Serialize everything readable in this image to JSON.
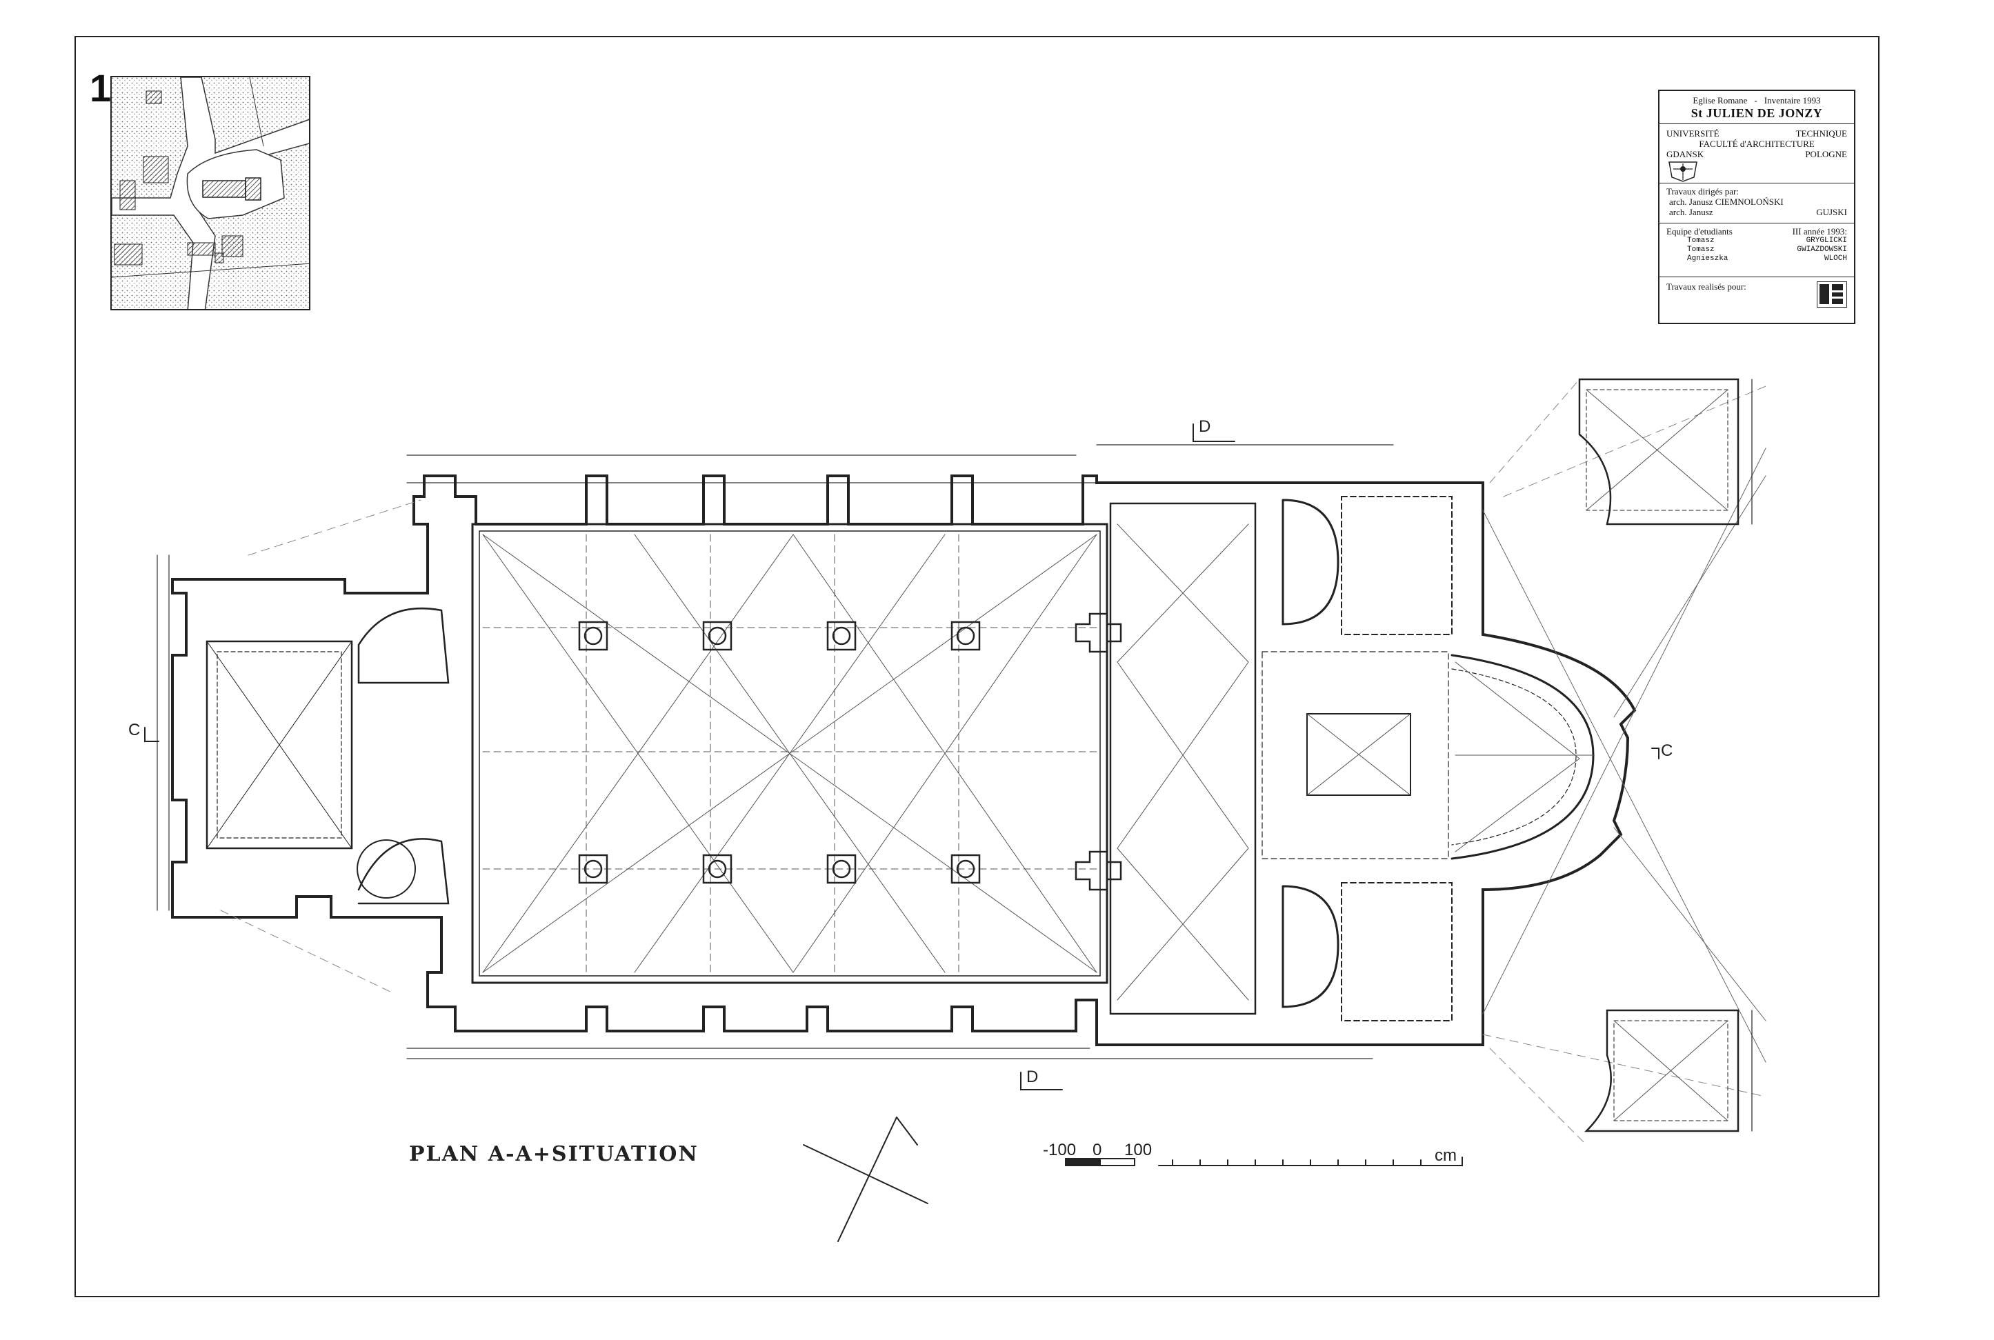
{
  "sheet": {
    "number": "1"
  },
  "title_block": {
    "line1_left": "Eglise Romane",
    "line1_sep": "-",
    "line1_right": "Inventaire 1993",
    "title": "St JULIEN DE JONZY",
    "univ_left_1": "UNIVERSITÉ",
    "univ_right_1": "TECHNIQUE",
    "univ_2": "FACULTÉ d'ARCHITECTURE",
    "univ_left_3": "GDANSK",
    "univ_right_3": "POLOGNE",
    "directed_label": "Travaux dirigés par:",
    "director_1": "arch. Janusz CIEMNOLOŃSKI",
    "director_2_left": "arch. Janusz",
    "director_2_right": "GUJSKI",
    "team_label_left": "Equipe d'etudiants",
    "team_label_right": "III année 1993:",
    "students": [
      {
        "first": "Tomasz",
        "last": "GRYGLICKI"
      },
      {
        "first": "Tomasz",
        "last": "GWIAZDOWSKI"
      },
      {
        "first": "Agnieszka",
        "last": "WLOCH"
      }
    ],
    "for_label": "Travaux realisés pour:"
  },
  "plan": {
    "title": "PLAN A-A+SITUATION",
    "scale_left": "-100",
    "scale_zero": "0",
    "scale_right": "100",
    "scale_unit": "cm",
    "section_d": "D",
    "section_c": "C"
  },
  "colors": {
    "ink": "#222222",
    "paper": "#ffffff",
    "hatch": "#888888"
  }
}
